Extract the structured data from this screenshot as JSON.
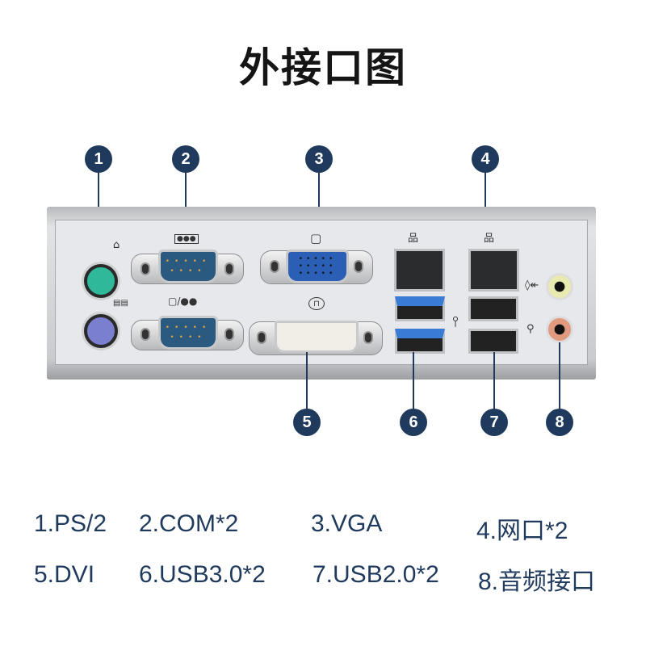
{
  "title": "外接口图",
  "badges": [
    "1",
    "2",
    "3",
    "4",
    "5",
    "6",
    "7",
    "8"
  ],
  "legend": [
    "1.PS/2",
    "2.COM*2",
    "3.VGA",
    "4.网口*2",
    "5.DVI",
    "6.USB3.0*2",
    "7.USB2.0*2",
    "8.音频接口"
  ],
  "colors": {
    "accent": "#1f3a5c",
    "ps2_mouse": "#2fb89a",
    "ps2_keyboard": "#7a7fd0",
    "com": "#2a5a80",
    "vga": "#2b5fb5",
    "usb3": "#3a7bd5",
    "audio_line": "#e8eab0",
    "audio_mic": "#e09a80"
  }
}
